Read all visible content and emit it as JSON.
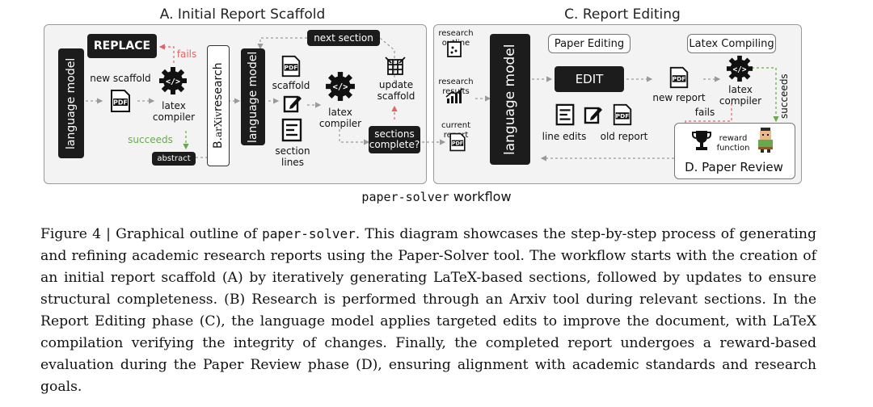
{
  "section_a": {
    "title": "A. Initial Report Scaffold"
  },
  "section_c": {
    "title": "C. Report Editing"
  },
  "section_b": {
    "label_prefix": "B. ",
    "label_arxiv": "arXiv",
    "label_suffix": " research"
  },
  "section_d": {
    "title": "D. Paper Review"
  },
  "a": {
    "language_model": "language model",
    "replace": "REPLACE",
    "fails": "fails",
    "new_scaffold": "new scaffold",
    "latex_compiler": "latex compiler",
    "succeeds": "succeeds",
    "abstract": "abstract"
  },
  "a2": {
    "language_model": "language model",
    "scaffold": "scaffold",
    "section_lines": "section lines",
    "latex_compiler": "latex compiler",
    "next_section": "next section",
    "update_scaffold": "update scaffold",
    "sections_complete": "sections complete?"
  },
  "c": {
    "research_outline": "research outline",
    "research_results": "research results",
    "current_report": "current report",
    "language_model": "language model",
    "paper_editing": "Paper Editing",
    "latex_compiling": "Latex Compiling",
    "edit": "EDIT",
    "new_report": "new report",
    "latex_compiler": "latex compiler",
    "succeeds": "succeeds",
    "fails": "fails",
    "line_edits": "line edits",
    "old_report": "old report",
    "reward_function": "reward function"
  },
  "workflow": {
    "mono": "paper-solver",
    "text": " workflow"
  },
  "caption": {
    "prefix": "Figure 4 | Graphical outline of ",
    "mono": "paper-solver",
    "body": ". This diagram showcases the step-by-step process of generating and refining academic research reports using the Paper-Solver tool. The workflow starts with the creation of an initial report scaffold (A) by iteratively generating LaTeX-based sections, followed by updates to ensure structural completeness. (B) Research is performed through an Arxiv tool during relevant sections. In the Report Editing phase (C), the language model applies targeted edits to improve the document, with LaTeX compilation verifying the integrity of changes. Finally, the completed report undergoes a reward-based evaluation during the Paper Review phase (D), ensuring alignment with academic standards and research goals."
  },
  "colors": {
    "fails": "#e06666",
    "succeeds": "#6aa84f",
    "block": "#1c1c1c",
    "panel": "#f3f3f3"
  }
}
